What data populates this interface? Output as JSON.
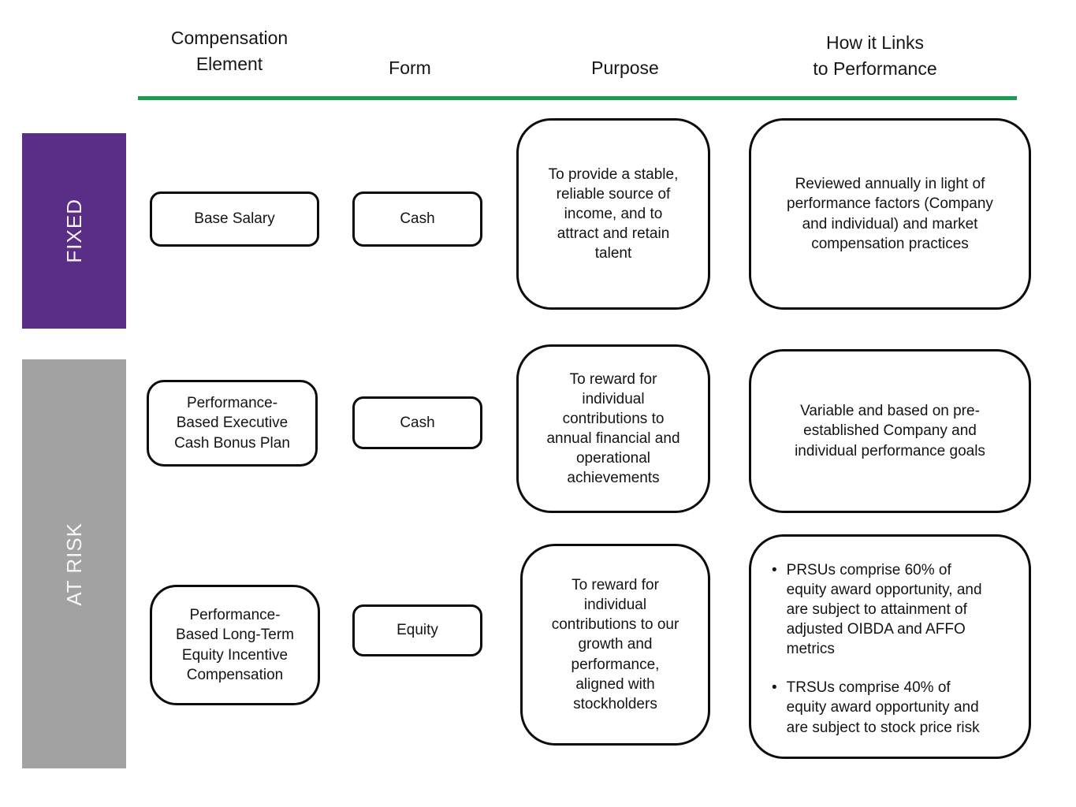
{
  "header": {
    "col1": "Compensation\nElement",
    "col2": "Form",
    "col3": "Purpose",
    "col4": "How it Links\nto Performance"
  },
  "side_labels": {
    "fixed": {
      "label": "FIXED",
      "color": "#5a2d87"
    },
    "at_risk": {
      "label": "AT RISK",
      "color": "#a2a2a2"
    }
  },
  "rows": [
    {
      "element": "Base Salary",
      "form": "Cash",
      "purpose": "To provide a stable,\nreliable source of\nincome, and to\nattract and retain\ntalent",
      "links": "Reviewed annually in light of\nperformance factors (Company\nand individual) and market\ncompensation practices"
    },
    {
      "element": "Performance-\nBased Executive\nCash Bonus Plan",
      "form": "Cash",
      "purpose": "To reward for\nindividual\ncontributions to\nannual financial and\noperational\nachievements",
      "links": "Variable and based on pre-\nestablished Company and\nindividual performance goals"
    },
    {
      "element": "Performance-\nBased Long-Term\nEquity Incentive\nCompensation",
      "form": "Equity",
      "purpose": "To reward for\nindividual\ncontributions to our\ngrowth and\nperformance,\naligned with\nstockholders",
      "links_bullets": [
        "PRSUs comprise 60% of\nequity award opportunity, and\nare subject to attainment of\nadjusted OIBDA and AFFO\nmetrics",
        "TRSUs comprise 40% of\nequity award opportunity and\nare subject to stock price risk"
      ]
    }
  ],
  "colors": {
    "accent_line": "#1a9b50",
    "fixed_bg": "#5a2d87",
    "at_risk_bg": "#a2a2a2",
    "box_border": "#0c0c0c"
  }
}
